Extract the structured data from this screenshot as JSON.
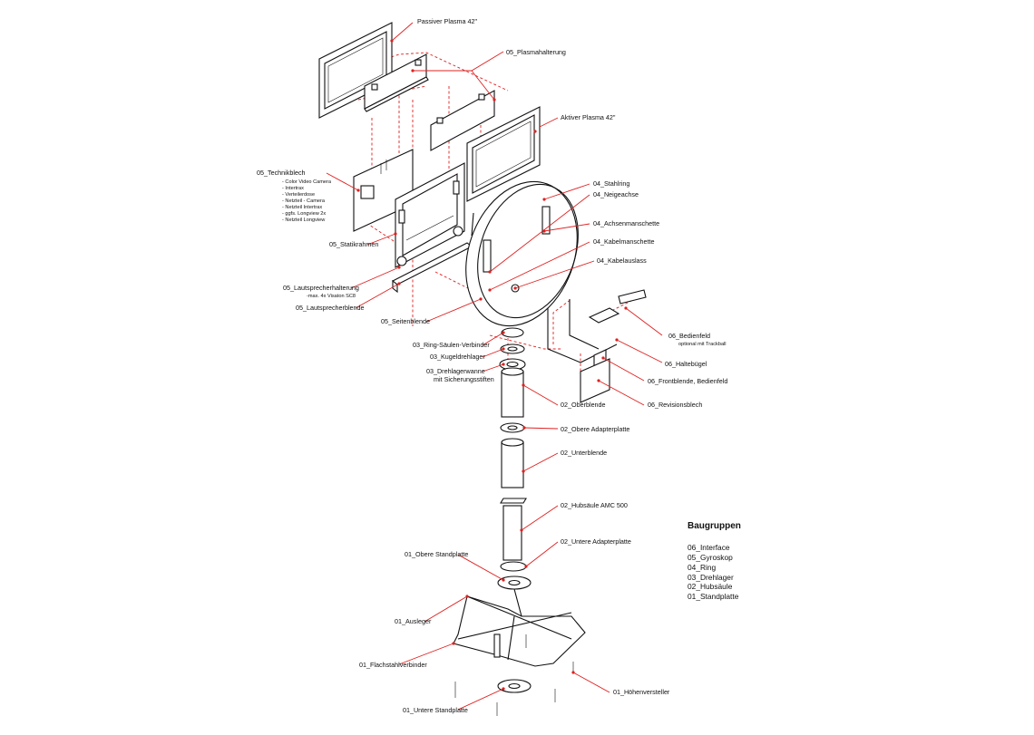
{
  "labels": {
    "passiver_plasma": "Passiver Plasma 42\"",
    "plasmahalterung": "05_Plasmahalterung",
    "aktiver_plasma": "Aktiver Plasma 42\"",
    "technikblech": "05_Technikblech",
    "technik_items": [
      "- Color Video Camera",
      "- Intertrax",
      "- Verteilerdose",
      "- Netzteil - Camera",
      "- Netzteil Intertrax",
      "- ggfs. Longview 2x",
      "- Netzteil Longview"
    ],
    "statikrahmen": "05_Statikrahmen",
    "lautsprecherhalterung": "05_Lautsprecherhalterung",
    "lautsprecherhalterung_sub": "-max. 4x Visaton SC8",
    "lautsprecherblende": "05_Lautsprecherblende",
    "seitenblende": "05_Seitenblende",
    "stahlring": "04_Stahlring",
    "neigeachse": "04_Neigeachse",
    "achsenmanschette": "04_Achsenmanschette",
    "kabelmanschette": "04_Kabelmanschette",
    "kabelauslass": "04_Kabelauslass",
    "bedienfeld": "06_Bedienfeld",
    "bedienfeld_sub": "optional mit Trackball",
    "haltebuegel": "06_Haltebügel",
    "frontblende": "06_Frontblende, Bedienfeld",
    "revisionsblech": "06_Revisionsblech",
    "ring_saeulen": "03_Ring-Säulen-Verbinder",
    "kugeldrehlager": "03_Kugeldrehlager",
    "drehlagerwanne": "03_Drehlagerwanne",
    "drehlagerwanne_sub": "mit Sicherungsstiften",
    "oberblende": "02_Oberblende",
    "obere_adapterplatte": "02_Obere Adapterplatte",
    "unterblende": "02_Unterblende",
    "hubsaeule": "02_Hubsäule AMC 500",
    "untere_adapterplatte": "02_Untere Adapterplatte",
    "obere_standplatte": "01_Obere Standplatte",
    "ausleger": "01_Ausleger",
    "flachstahlverbinder": "01_Flachstahlverbinder",
    "hoehenversteller": "01_Höhenversteller",
    "untere_standplatte": "01_Untere Standplatte"
  },
  "baugruppen": {
    "title": "Baugruppen",
    "items": [
      "06_Interface",
      "05_Gyroskop",
      "04_Ring",
      "03_Drehlager",
      "02_Hubsäule",
      "01_Standplatte"
    ]
  },
  "colors": {
    "leader": "#e02020",
    "line": "#111111",
    "background": "#ffffff"
  }
}
